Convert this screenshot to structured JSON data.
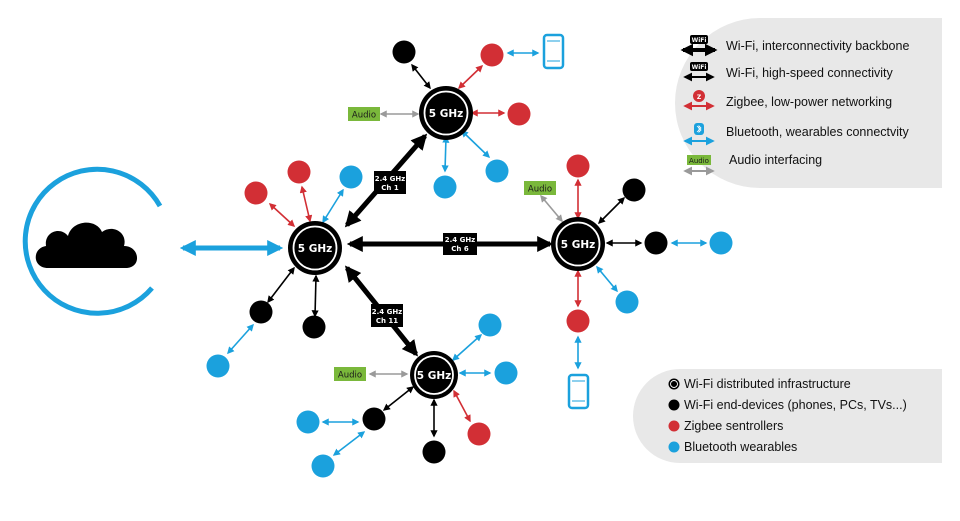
{
  "hub_label": "5 GHz",
  "channels": {
    "ch1": {
      "band": "2.4 GHz",
      "name": "Ch 1"
    },
    "ch6": {
      "band": "2.4 GHz",
      "name": "Ch 6"
    },
    "ch11": {
      "band": "2.4 GHz",
      "name": "Ch 11"
    }
  },
  "audio_tag": "Audio",
  "legend_links": {
    "items": [
      {
        "icon": "wifi-double-arrow-icon",
        "label": "Wi-Fi, interconnectivity backbone"
      },
      {
        "icon": "wifi-arrow-icon",
        "label": "Wi-Fi, high-speed connectivity"
      },
      {
        "icon": "zigbee-arrow-icon",
        "label": "Zigbee, low-power networking"
      },
      {
        "icon": "bluetooth-arrow-icon",
        "label": "Bluetooth, wearables connectvity"
      },
      {
        "icon": "audio-arrow-icon",
        "label": "Audio interfacing"
      }
    ],
    "wifi_badge": "WiFi"
  },
  "legend_nodes": {
    "items": [
      {
        "icon": "infrastructure-node-icon",
        "label": "Wi-Fi distributed infrastructure"
      },
      {
        "icon": "black-dot-icon",
        "label": "Wi-Fi end-devices (phones, PCs, TVs...)"
      },
      {
        "icon": "red-dot-icon",
        "label": "Zigbee sentrollers"
      },
      {
        "icon": "blue-dot-icon",
        "label": "Bluetooth wearables"
      }
    ]
  },
  "colors": {
    "wifi": "#000000",
    "zigbee": "#d22f35",
    "bluetooth": "#1ba1dd",
    "audio": "#999999",
    "audio_tag_bg": "#7ab83b",
    "legend_bg": "#e8e8e8",
    "cloud_ring": "#1ba1dd"
  }
}
